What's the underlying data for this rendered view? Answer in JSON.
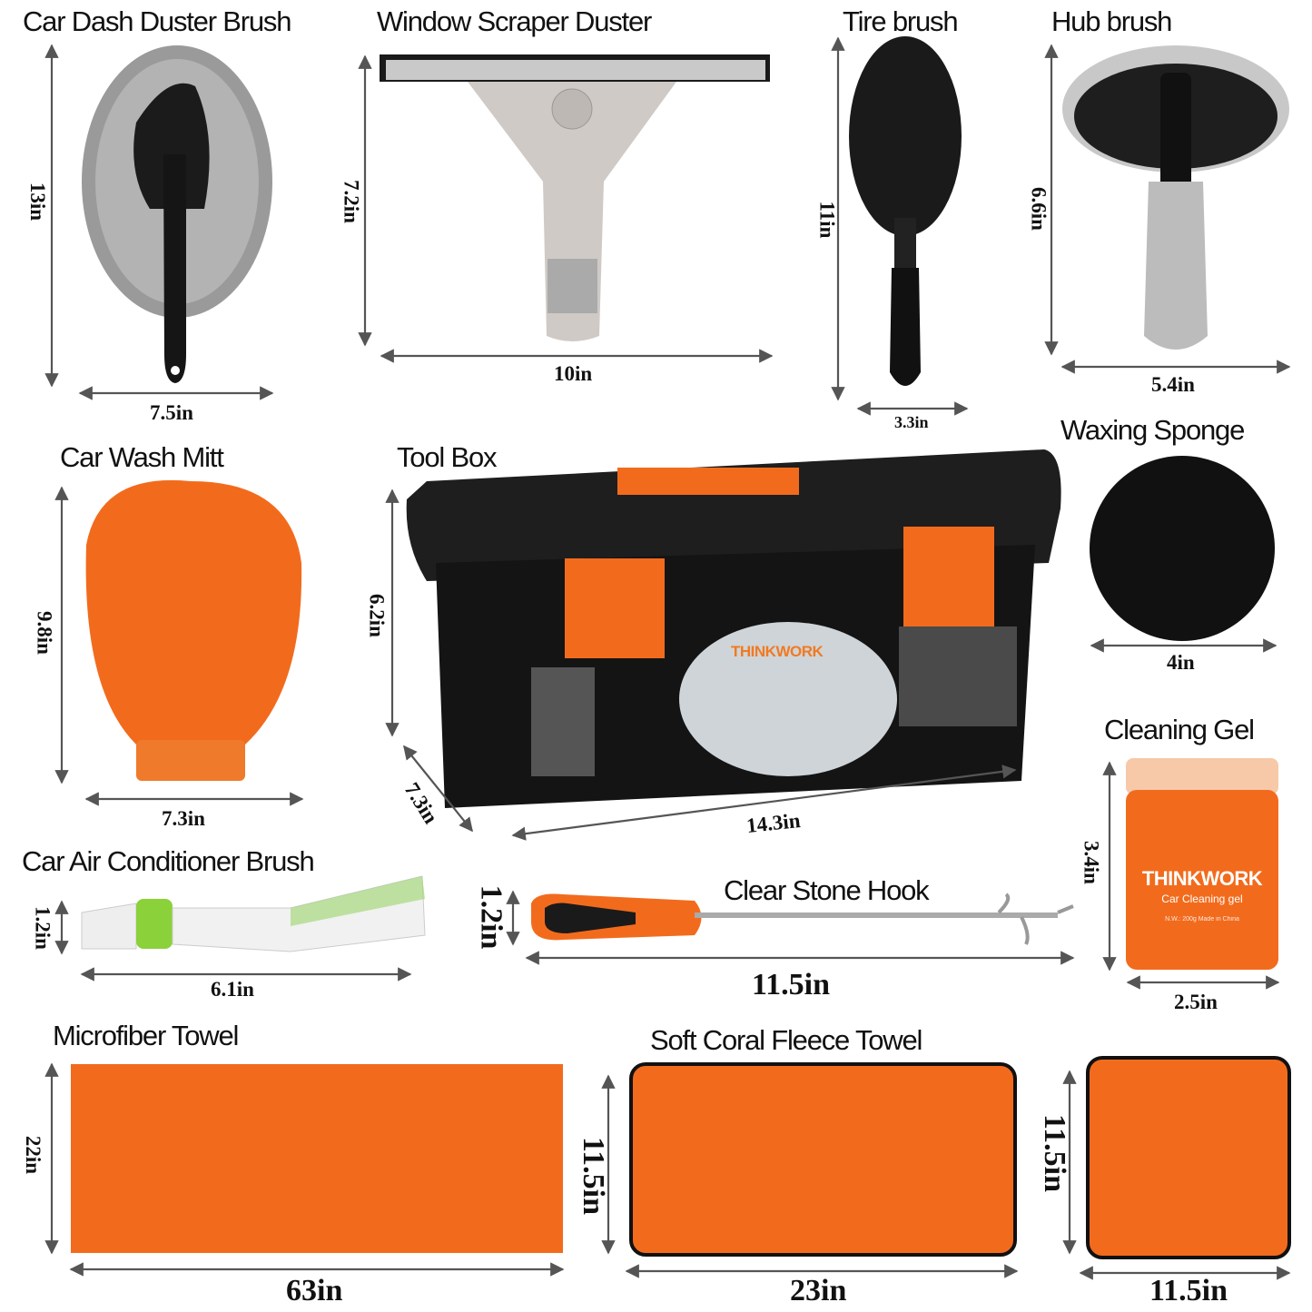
{
  "items": [
    {
      "title": "Car Dash Duster Brush",
      "height": "13in",
      "width": "7.5in"
    },
    {
      "title": "Window Scraper Duster",
      "height": "7.2in",
      "width": "10in"
    },
    {
      "title": "Tire brush",
      "height": "11in",
      "width": "3.3in"
    },
    {
      "title": "Hub brush",
      "height": "6.6in",
      "width": "5.4in"
    },
    {
      "title": "Car Wash Mitt",
      "height": "9.8in",
      "width": "7.3in"
    },
    {
      "title": "Tool Box",
      "height": "6.2in",
      "depth": "7.3in",
      "width": "14.3in"
    },
    {
      "title": "Waxing Sponge",
      "width": "4in"
    },
    {
      "title": "Cleaning Gel",
      "height": "3.4in",
      "width": "2.5in"
    },
    {
      "title": "Car Air Conditioner Brush",
      "height": "1.2in",
      "width": "6.1in"
    },
    {
      "title": "Clear Stone Hook",
      "height": "1.2in",
      "width": "11.5in"
    },
    {
      "title": "Microfiber Towel",
      "height": "22in",
      "width": "63in"
    },
    {
      "title": "Soft Coral Fleece Towel",
      "height": "11.5in",
      "width": "23in"
    },
    {
      "height": "11.5in",
      "width": "11.5in"
    }
  ],
  "gel_label": {
    "brand": "THINKWORK",
    "product": "Car Cleaning gel",
    "fine_print": "N.W.: 200g    Made in China"
  },
  "toolbox_label": {
    "brand": "THINKWORK"
  },
  "colors": {
    "orange": "#f26b1d",
    "black": "#1a1a1a",
    "gray": "#b9b9b9"
  }
}
